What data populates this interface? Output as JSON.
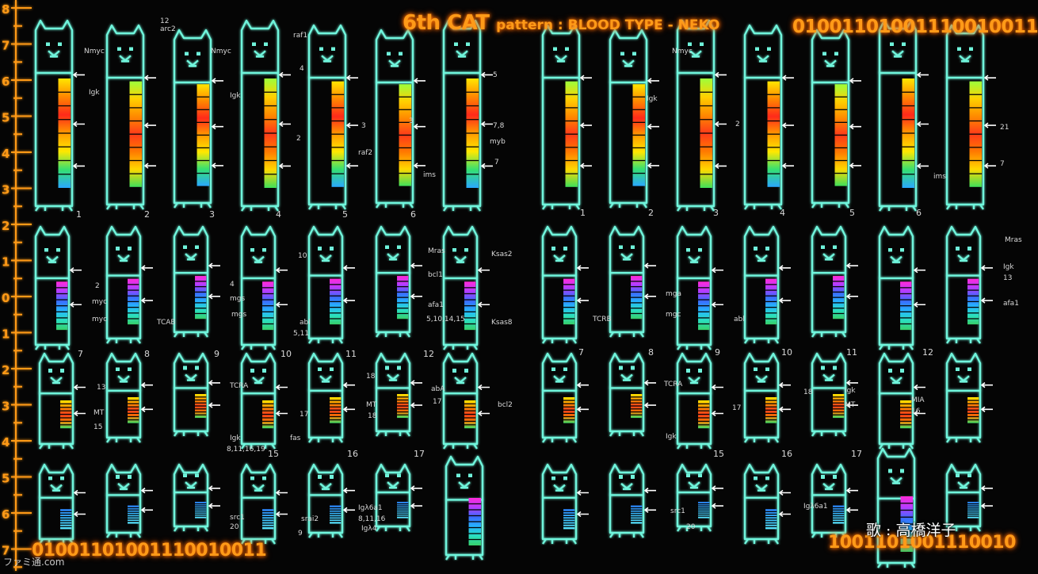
{
  "title": {
    "main": "6th CAT",
    "pattern": "pattern : BLOOD TYPE - NEKO"
  },
  "binary": {
    "top_right": "01001101001110010011",
    "bottom_left": "01001101001110010011",
    "bottom_right": "1001101001110010"
  },
  "credit": "歌 : 高橋洋子",
  "watermark": "ファミ通.com",
  "ruler": {
    "color": "#ff9a18",
    "labels": [
      "8",
      "7",
      "6",
      "5",
      "4",
      "3",
      "2",
      "1",
      "0",
      "1",
      "2",
      "3",
      "4",
      "5",
      "6",
      "7"
    ]
  },
  "colors": {
    "outline": "#6ff5dc",
    "glow": "#2ad4b8",
    "orange": "#ff9a18",
    "background": "#050505"
  },
  "chromosome_numbers": {
    "row1_left": [
      "1",
      "2",
      "3",
      "4",
      "5",
      "6"
    ],
    "row1_right": [
      "1",
      "2",
      "3",
      "4",
      "5",
      "6"
    ],
    "row2_left": [
      "7",
      "8",
      "9",
      "10",
      "11",
      "12"
    ],
    "row2_right": [
      "7",
      "8",
      "9",
      "10",
      "11",
      "12"
    ],
    "row3_left": [
      "15",
      "16",
      "17"
    ],
    "row3_right": [
      "15",
      "16",
      "17"
    ]
  },
  "gene_labels": [
    "Nmyc",
    "12",
    "arc2",
    "Igk",
    "Nmyc",
    "raf1",
    "Igk",
    "4",
    "3",
    "2",
    "3",
    "raf2",
    "5",
    "7,8",
    "myb",
    "7",
    "ims",
    "Nmyc",
    "Igk",
    "2",
    "21",
    "7",
    "ims",
    "2",
    "myc",
    "myc",
    "TCAB",
    "4",
    "mgs",
    "mgs",
    "10",
    "abl",
    "5,11",
    "Mras",
    "bcl1",
    "afa1",
    "5,10,14,15",
    "Ksas2",
    "Ksas8",
    "TCRB",
    "mga",
    "mgc",
    "abl",
    "Mras",
    "Igk",
    "13",
    "afa1",
    "13",
    "MT",
    "15",
    "TCRA",
    "Igk",
    "8,11,16,19",
    "17",
    "fas",
    "18",
    "MT",
    "18",
    "abA",
    "17",
    "bcl2",
    "TCRA",
    "Igk",
    "17",
    "Igk",
    "MT",
    "MIA",
    "16",
    "18",
    "src1",
    "20",
    "srai2",
    "Igλ6a1",
    "8,11,16",
    "Igλ4",
    "9",
    "20",
    "src1",
    "Igλ6a1"
  ]
}
